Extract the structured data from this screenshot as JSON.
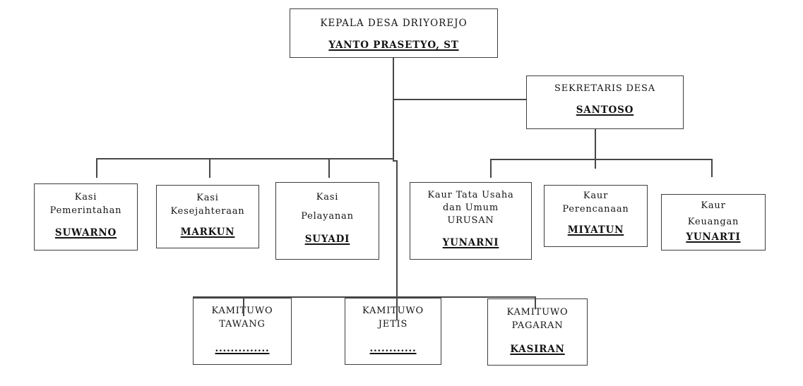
{
  "colors": {
    "background": "#ffffff",
    "box_border": "#3d3d3d",
    "connector_line": "#474747",
    "text": "#141414"
  },
  "org_chart": {
    "kepala_desa": {
      "role": "KEPALA DESA DRIYOREJO",
      "name": "YANTO PRASETYO, ST"
    },
    "sekretaris_desa": {
      "role": "SEKRETARIS DESA",
      "name": "SANTOSO"
    },
    "kasi_pemerintahan": {
      "role_line1": "Kasi",
      "role_line2": "Pemerintahan",
      "name": "SUWARNO"
    },
    "kasi_kesejahteraan": {
      "role_line1": "Kasi",
      "role_line2": "Kesejahteraan",
      "name": "MARKUN"
    },
    "kasi_pelayanan": {
      "role_line1": "Kasi",
      "role_line2": "Pelayanan",
      "name": "SUYADI"
    },
    "kaur_tata_usaha": {
      "role_line1": "Kaur Tata Usaha",
      "role_line2": "dan Umum",
      "role_line3": "URUSAN",
      "name": "YUNARNI"
    },
    "kaur_perencanaan": {
      "role_line1": "Kaur",
      "role_line2": "Perencanaan",
      "name": "MIYATUN"
    },
    "kaur_keuangan": {
      "role_line1": "Kaur",
      "role_line2": "Keuangan",
      "name": "YUNARTI"
    },
    "kamituwo_tawang": {
      "role_line1": "KAMITUWO",
      "role_line2": "TAWANG",
      "name": ".............."
    },
    "kamituwo_jetis": {
      "role_line1": "KAMITUWO",
      "role_line2": "JETIS",
      "name": "............"
    },
    "kamituwo_pagaran": {
      "role_line1": "KAMITUWO",
      "role_line2": "PAGARAN",
      "name": "KASIRAN"
    }
  }
}
